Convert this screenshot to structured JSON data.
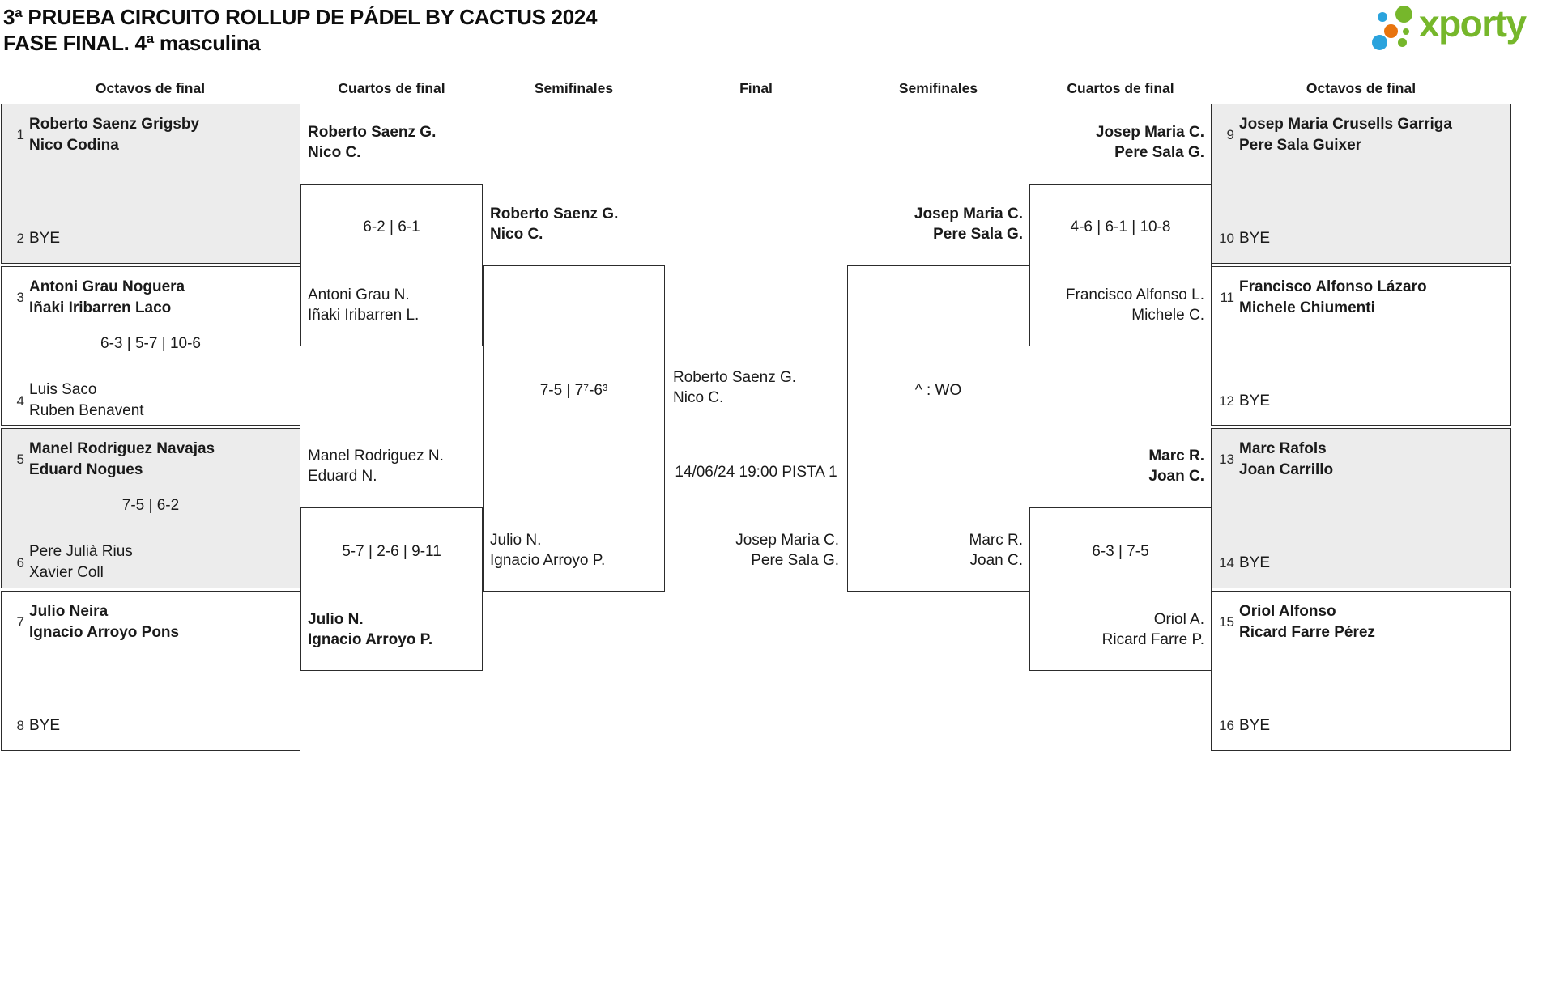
{
  "title": {
    "line1": "3ª PRUEBA CIRCUITO ROLLUP DE PÁDEL BY CACTUS 2024",
    "line2": "FASE FINAL. 4ª masculina"
  },
  "logo": {
    "brand": "xporty",
    "brand_color": "#76b72b",
    "dot_blue": "#2aa3dd",
    "dot_orange": "#e8740e",
    "dot_green": "#76b72b"
  },
  "rounds": {
    "r16_left": "Octavos de final",
    "qf_left": "Cuartos de final",
    "sf_left": "Semifinales",
    "final": "Final",
    "sf_right": "Semifinales",
    "qf_right": "Cuartos de final",
    "r16_right": "Octavos de final"
  },
  "r16": [
    {
      "seed_a": "1",
      "team_a1": "Roberto Saenz Grigsby",
      "team_a2": "Nico Codina",
      "score": "",
      "seed_b": "2",
      "team_b1": "BYE",
      "team_b2": ""
    },
    {
      "seed_a": "3",
      "team_a1": "Antoni Grau Noguera",
      "team_a2": "Iñaki Iribarren Laco",
      "score": "6-3 | 5-7 | 10-6",
      "seed_b": "4",
      "team_b1": "Luis Saco",
      "team_b2": "Ruben Benavent"
    },
    {
      "seed_a": "5",
      "team_a1": "Manel Rodriguez Navajas",
      "team_a2": "Eduard Nogues",
      "score": "7-5 | 6-2",
      "seed_b": "6",
      "team_b1": "Pere Julià Rius",
      "team_b2": "Xavier Coll"
    },
    {
      "seed_a": "7",
      "team_a1": "Julio Neira",
      "team_a2": "Ignacio Arroyo Pons",
      "score": "",
      "seed_b": "8",
      "team_b1": "BYE",
      "team_b2": ""
    },
    {
      "seed_a": "9",
      "team_a1": "Josep Maria Crusells Garriga",
      "team_a2": "Pere Sala Guixer",
      "score": "",
      "seed_b": "10",
      "team_b1": "BYE",
      "team_b2": ""
    },
    {
      "seed_a": "11",
      "team_a1": "Francisco Alfonso Lázaro",
      "team_a2": "Michele Chiumenti",
      "score": "",
      "seed_b": "12",
      "team_b1": "BYE",
      "team_b2": ""
    },
    {
      "seed_a": "13",
      "team_a1": "Marc Rafols",
      "team_a2": "Joan Carrillo",
      "score": "",
      "seed_b": "14",
      "team_b1": "BYE",
      "team_b2": ""
    },
    {
      "seed_a": "15",
      "team_a1": "Oriol Alfonso",
      "team_a2": "Ricard Farre Pérez",
      "score": "",
      "seed_b": "16",
      "team_b1": "BYE",
      "team_b2": ""
    }
  ],
  "qf": [
    {
      "top1": "Roberto Saenz G.",
      "top2": "Nico C.",
      "score": "6-2 | 6-1",
      "bot1": "Antoni Grau N.",
      "bot2": "Iñaki Iribarren L."
    },
    {
      "top1": "Manel Rodriguez N.",
      "top2": "Eduard N.",
      "score": "5-7 | 2-6 | 9-11",
      "bot1": "Julio N.",
      "bot2": "Ignacio Arroyo P."
    },
    {
      "top1": "Josep Maria C.",
      "top2": "Pere Sala G.",
      "score": "4-6 | 6-1 | 10-8",
      "bot1": "Francisco Alfonso L.",
      "bot2": "Michele C."
    },
    {
      "top1": "Marc R.",
      "top2": "Joan C.",
      "score": "6-3 | 7-5",
      "bot1": "Oriol A.",
      "bot2": "Ricard Farre P."
    }
  ],
  "sf": [
    {
      "top1": "Roberto Saenz G.",
      "top2": "Nico C.",
      "score": "7-5 | 7⁷-6³",
      "bot1": "Julio N.",
      "bot2": "Ignacio Arroyo P."
    },
    {
      "top1": "Josep Maria C.",
      "top2": "Pere Sala G.",
      "score": "^ : WO",
      "bot1": "Marc R.",
      "bot2": "Joan C."
    }
  ],
  "final": {
    "team_a1": "Roberto Saenz G.",
    "team_a2": "Nico C.",
    "info": "14/06/24 19:00 PISTA 1",
    "team_b1": "Josep Maria C.",
    "team_b2": "Pere Sala G."
  }
}
